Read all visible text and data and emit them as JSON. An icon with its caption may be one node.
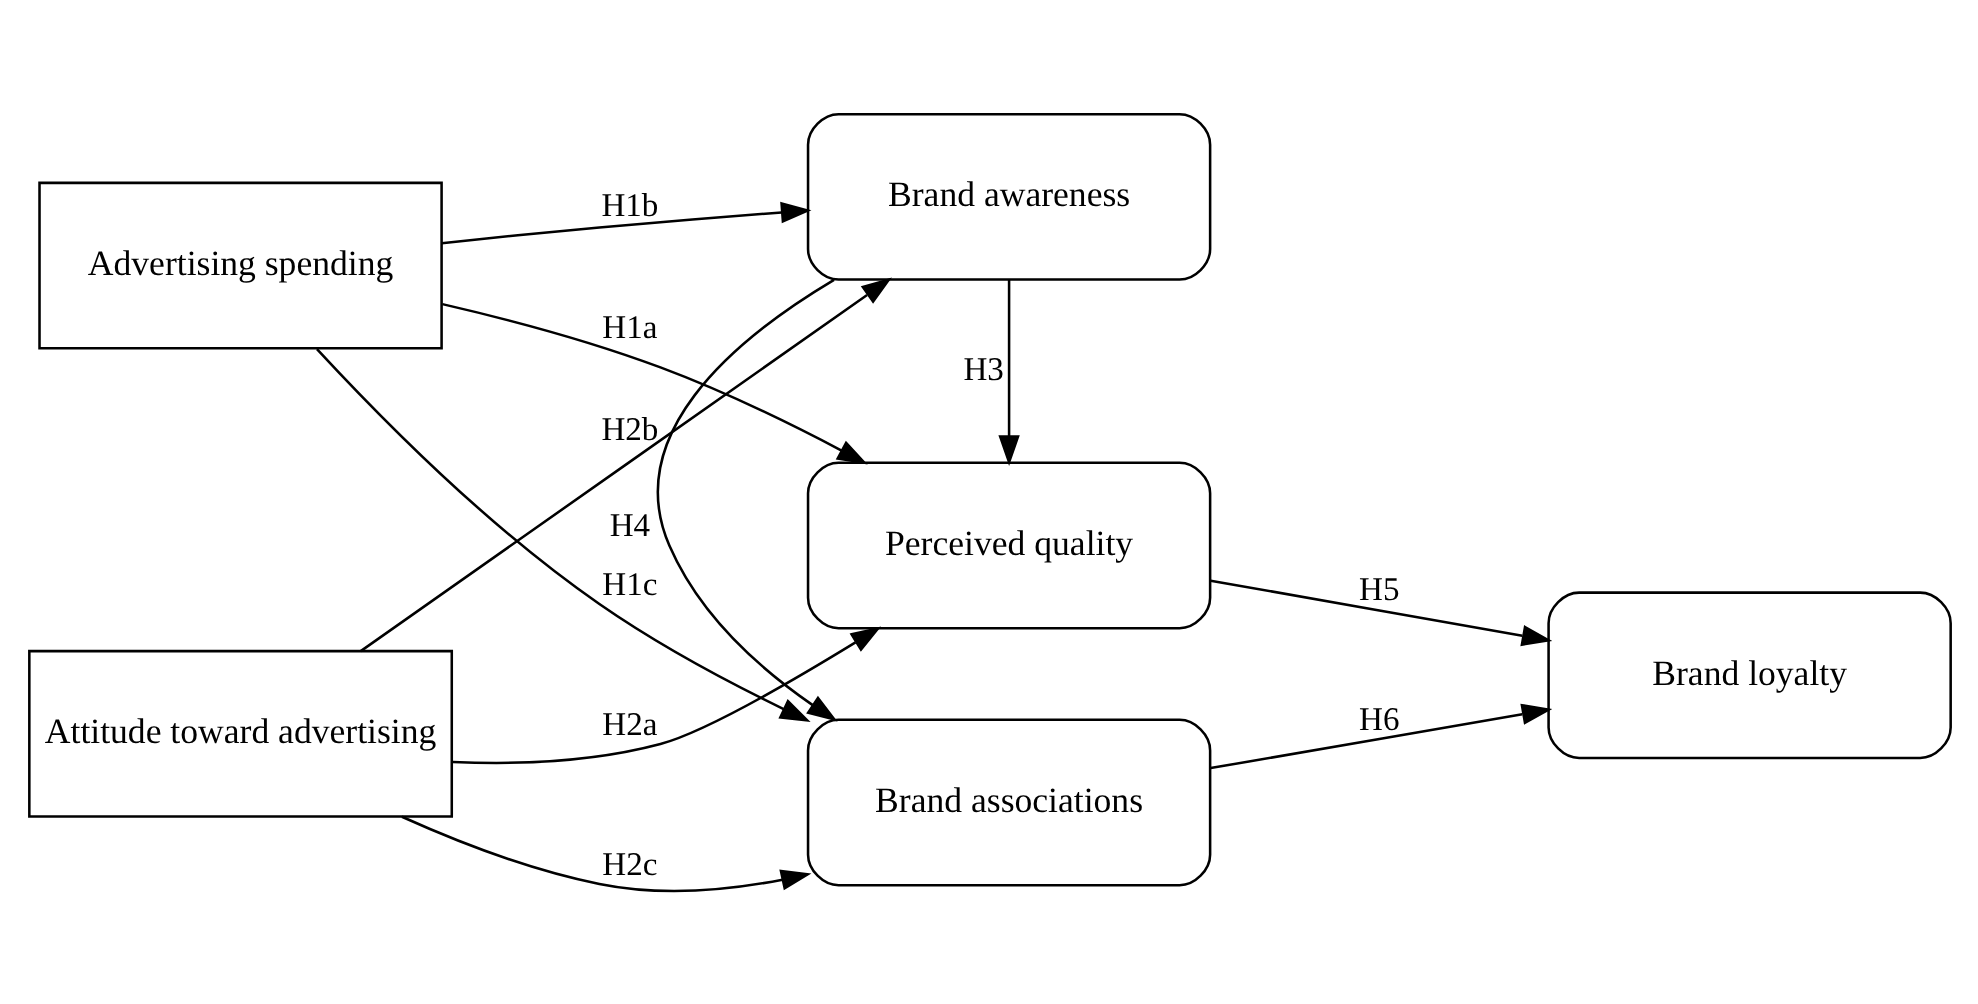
{
  "diagram": {
    "nodes": [
      {
        "text": [
          "Advertising spending"
        ]
      },
      {
        "text": [
          "Attitude toward advertising"
        ]
      },
      {
        "text": [
          "Perceived quality"
        ]
      },
      {
        "text": [
          "Brand awareness"
        ]
      },
      {
        "text": [
          "Brand associations"
        ]
      },
      {
        "text": [
          "Brand loyalty"
        ]
      }
    ],
    "edges": [
      {
        "from": 0,
        "to": 2,
        "arrow": "to",
        "label": "H1a"
      },
      {
        "from": 0,
        "to": 3,
        "arrow": "to",
        "label": "H1b"
      },
      {
        "from": 0,
        "to": 4,
        "arrow": "to",
        "label": "H1c"
      },
      {
        "from": 1,
        "to": 2,
        "arrow": "to",
        "label": "H2a"
      },
      {
        "from": 1,
        "to": 3,
        "arrow": "to",
        "label": "H2b"
      },
      {
        "from": 1,
        "to": 4,
        "arrow": "to",
        "label": "H2c"
      },
      {
        "from": 3,
        "to": 2,
        "arrow": "to",
        "label": "H3"
      },
      {
        "from": 3,
        "to": 4,
        "arrow": "to",
        "label": "H4"
      },
      {
        "from": 2,
        "to": 5,
        "arrow": "to",
        "label": "H5"
      },
      {
        "from": 4,
        "to": 5,
        "arrow": "to",
        "label": "H6"
      }
    ]
  }
}
